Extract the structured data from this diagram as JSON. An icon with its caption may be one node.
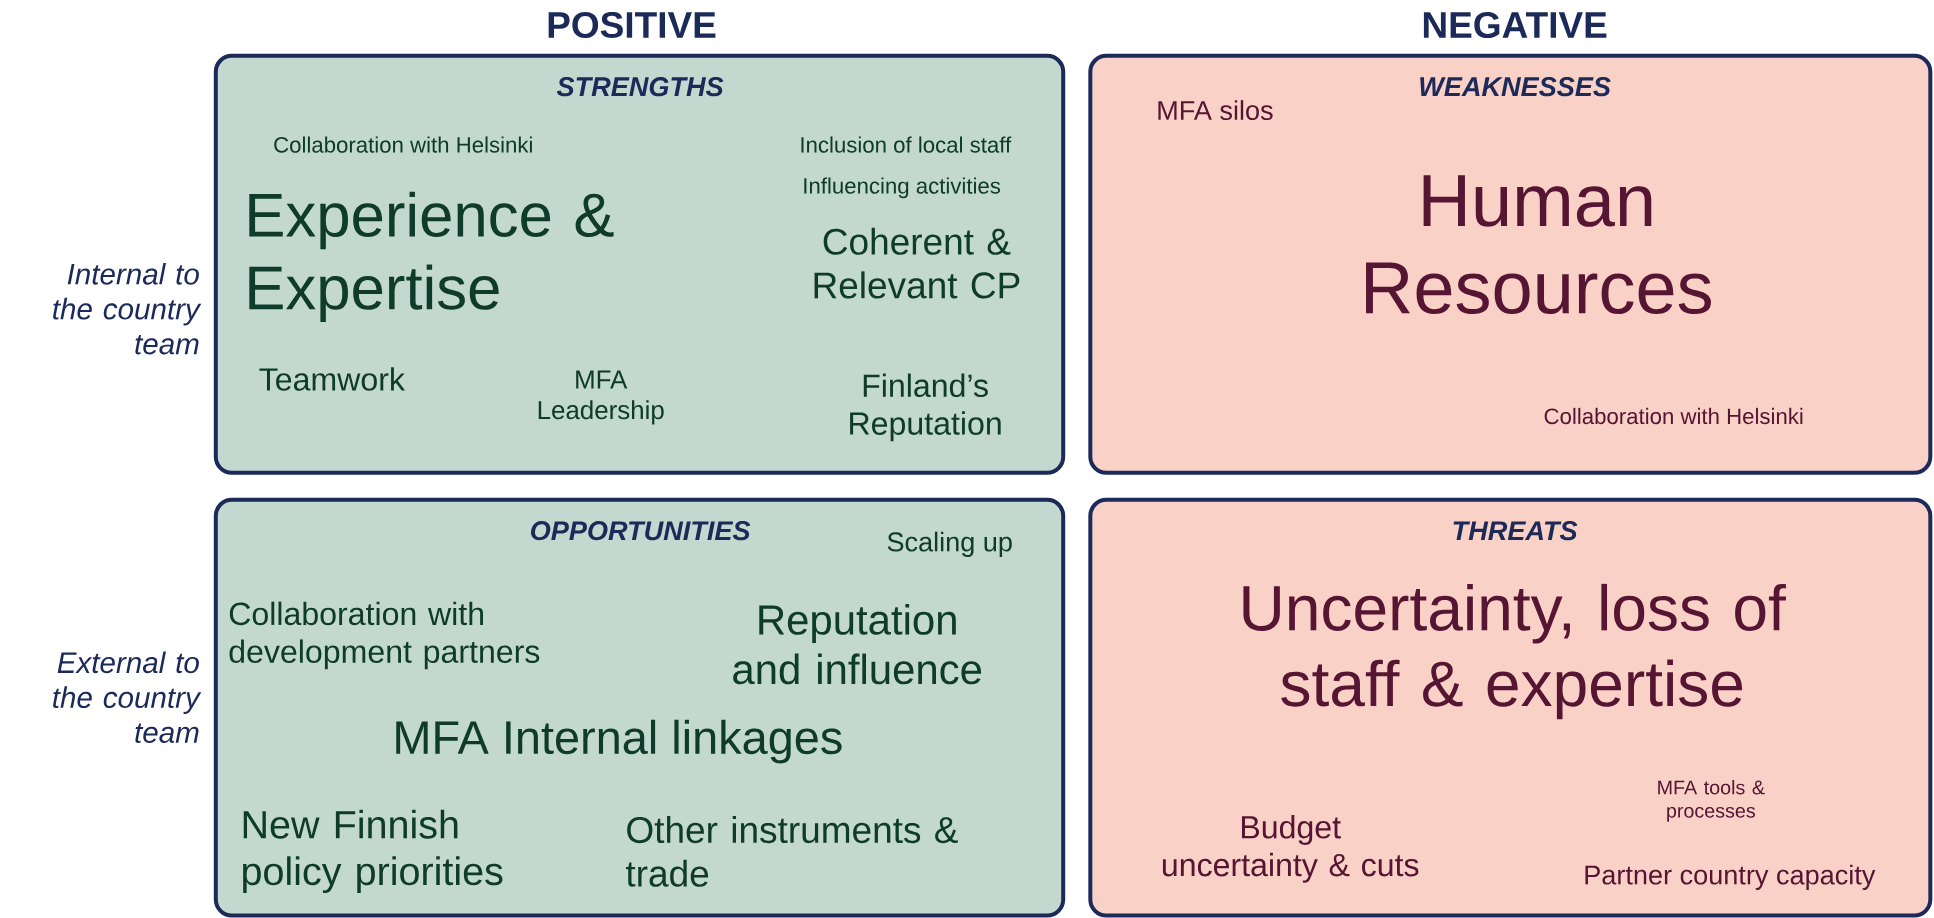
{
  "diagram": {
    "nodes": [
      {
        "text": [
          "STRENGTHS",
          "Collaboration with Helsinki",
          "Inclusion of local staff",
          "Influencing activities",
          "Experience & Expertise",
          "Coherent & Relevant CP",
          "Teamwork",
          "MFA Leadership",
          "Finland’s Reputation"
        ]
      },
      {
        "text": [
          "WEAKNESSES",
          "MFA silos",
          "Human Resources",
          "Collaboration with Helsinki"
        ]
      },
      {
        "text": [
          "OPPORTUNITIES",
          "Scaling up",
          "Collaboration with development partners",
          "Reputation and influence",
          "MFA Internal linkages",
          "New Finnish policy priorities",
          "Other instruments & trade"
        ]
      },
      {
        "text": [
          "THREATS",
          "Uncertainty, loss of staff & expertise",
          "MFA tools & processes",
          "Budget uncertainty & cuts",
          "Partner country capacity"
        ]
      }
    ],
    "labels": [
      "POSITIVE",
      "NEGATIVE",
      "Internal to the country team",
      "External to the country team"
    ]
  }
}
